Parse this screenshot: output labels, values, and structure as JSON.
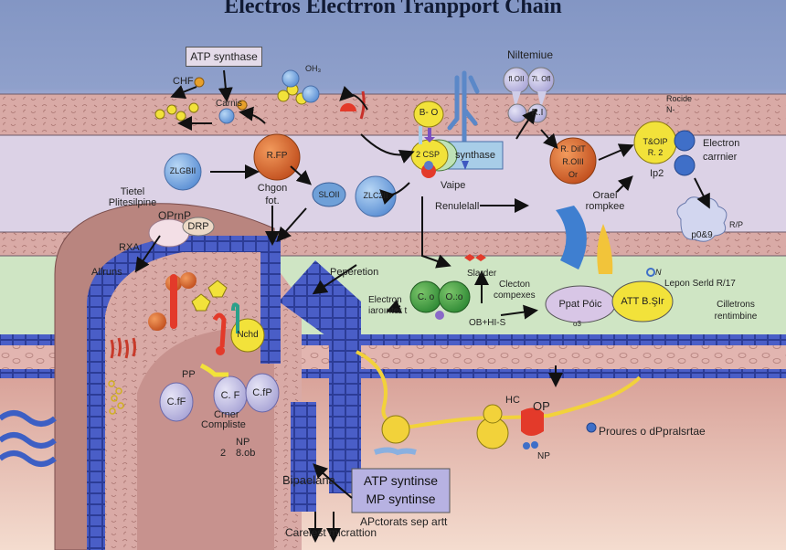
{
  "title": "Electros Electrron Tranpport Chain",
  "colors": {
    "sky": "#8a9bc8",
    "membrane": "#d9aaa6",
    "intermembrane": "#dcd2e6",
    "matrix_green": "#cfe5c4",
    "lower_matrix": "#e3b3a6",
    "lattice_blue": "#3d52b8",
    "accent_yellow": "#f2e23a",
    "accent_orange": "#d2602a",
    "accent_red": "#e23b2c"
  },
  "top": {
    "atp_box": "ATP synthase",
    "chf": "CHF",
    "oh3": "OH₃",
    "carnis": "Carnis",
    "niltemiue": "Niltemiue",
    "bubble_left": "fl.OII",
    "bubble_right": "7l. Ofl",
    "r_protein": "R.I",
    "rocide": "Rocide",
    "n": "N-"
  },
  "middle": {
    "b_o": "B- O",
    "two_csp": "2 CSP",
    "synthase": "synthase",
    "vaipe": "Vaipe",
    "renulelall": "Renulelall",
    "zlgbii": "ZLGBII",
    "rfp": "R.FP",
    "chgon": "Chgon",
    "fot": "fot.",
    "sloii": "SLOII",
    "zlc2ii": "ZLC2II",
    "tietel": "Tietel",
    "pliteslipine": "Plitesilpine",
    "orange_r_dlt": "R. DilT",
    "orange_r_oiii": "R.OIII",
    "orange_or": "Or",
    "oral": "Orael",
    "rompkee": "rompkee",
    "yellow_t": "T&OIP",
    "yellow_r2": "R. 2",
    "ip2": "Ip2",
    "electron": "Electron",
    "carrier": "carrnier",
    "r_p": "R/P",
    "cloud": "p0&9"
  },
  "left": {
    "oprnp": "OPrnP",
    "drp": "DRP",
    "rxa": "RXA",
    "allruns": "Allruns",
    "nchd": "Nchd",
    "pp": "PP",
    "cff": "C.fF",
    "cf": "C. F",
    "cfp": "C.fP",
    "crner": "Crner",
    "compliste": "Compliste",
    "np": "NP",
    "two": "2",
    "s_ob": "8.ob"
  },
  "green_zone": {
    "peperetion": "Peperetion",
    "electron": "Electron",
    "iarointer": "iaroınter t",
    "co_left": "C. o",
    "co_right": "O.:o",
    "slarder": "Slarder",
    "clecton": "Clecton",
    "compexes": "compexes",
    "ob_hs": "OB+HI-S",
    "ppat": "Ppat Póic",
    "att": "ATT B.ŞIr",
    "lepon": "Lepon Serld R/17",
    "n": "N",
    "o3": "o3",
    "cilletrons": "Cilletrons",
    "rentimbine": "rentimbine"
  },
  "bottom": {
    "hc": "HC",
    "op": "OP",
    "np": "NP",
    "proures": "Proures o dPpralsrtae",
    "bipaelana": "Bipaelana",
    "atp_line1": "ATP syntinse",
    "atp_line2": "MP syntinse",
    "apctorats": "APctorats sep artt",
    "carelest": "Carelest micrattion"
  }
}
